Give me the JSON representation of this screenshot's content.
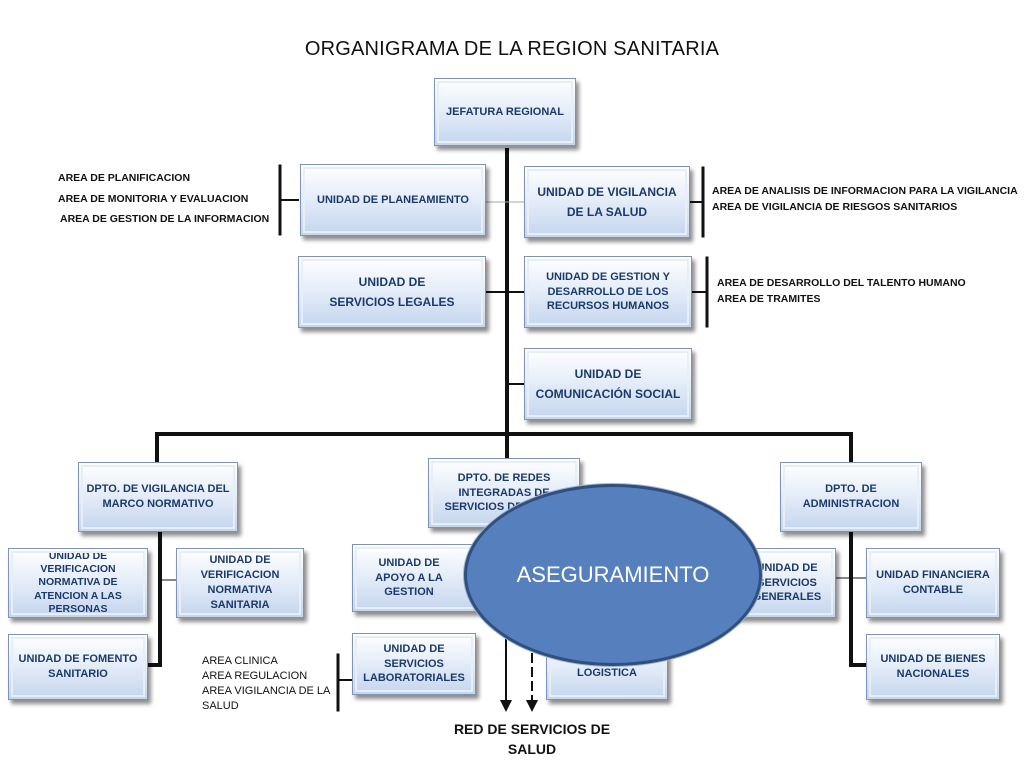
{
  "title": "ORGANIGRAMA DE LA REGION SANITARIA",
  "units": {
    "jefatura": "JEFATURA REGIONAL",
    "planeamiento": "UNIDAD DE PLANEAMIENTO",
    "vigilancia_salud_1": "UNIDAD DE VIGILANCIA",
    "vigilancia_salud_2": "DE LA SALUD",
    "servicios_legales_1": "UNIDAD DE",
    "servicios_legales_2": "SERVICIOS LEGALES",
    "rrhh": "UNIDAD DE GESTION Y DESARROLLO DE LOS RECURSOS HUMANOS",
    "comunicacion_1": "UNIDAD DE",
    "comunicacion_2": "COMUNICACIÓN SOCIAL",
    "dpto_vigilancia": "DPTO. DE VIGILANCIA DEL MARCO NORMATIVO",
    "dpto_redes": "DPTO. DE REDES INTEGRADAS DE SERVICIOS DE SALUD",
    "dpto_administracion": "DPTO.  DE ADMINISTRACION",
    "verif_atencion": "UNIDAD DE VERIFICACION NORMATIVA DE ATENCION A LAS PERSONAS",
    "verif_sanitaria": "UNIDAD DE VERIFICACION NORMATIVA SANITARIA",
    "fomento": "UNIDAD DE FOMENTO SANITARIO",
    "apoyo_gestion": "UNIDAD DE APOYO A LA GESTION",
    "laboratoriales": "UNIDAD DE SERVICIOS LABORATORIALES",
    "logistica": "UNIDAD DE LOGISTICA",
    "servicios_generales": "UNIDAD DE SERVICIOS GENERALES",
    "financiera": "UNIDAD FINANCIERA CONTABLE",
    "bienes": "UNIDAD DE BIENES NACIONALES"
  },
  "areas": {
    "planeamiento": [
      "AREA DE PLANIFICACION",
      "AREA DE MONITORIA Y EVALUACION",
      "AREA DE GESTION DE LA INFORMACION"
    ],
    "vigilancia": [
      "AREA DE ANALISIS DE INFORMACION PARA LA VIGILANCIA",
      "AREA DE VIGILANCIA DE RIESGOS SANITARIOS"
    ],
    "rrhh": [
      "AREA DE DESARROLLO DEL TALENTO HUMANO",
      "AREA DE TRAMITES"
    ],
    "laboratorio": [
      "AREA  CLINICA",
      "AREA  REGULACION",
      "AREA VIGILANCIA DE LA SALUD"
    ]
  },
  "aseguramiento": "ASEGURAMIENTO",
  "red_servicios": "RED DE SERVICIOS DE SALUD"
}
